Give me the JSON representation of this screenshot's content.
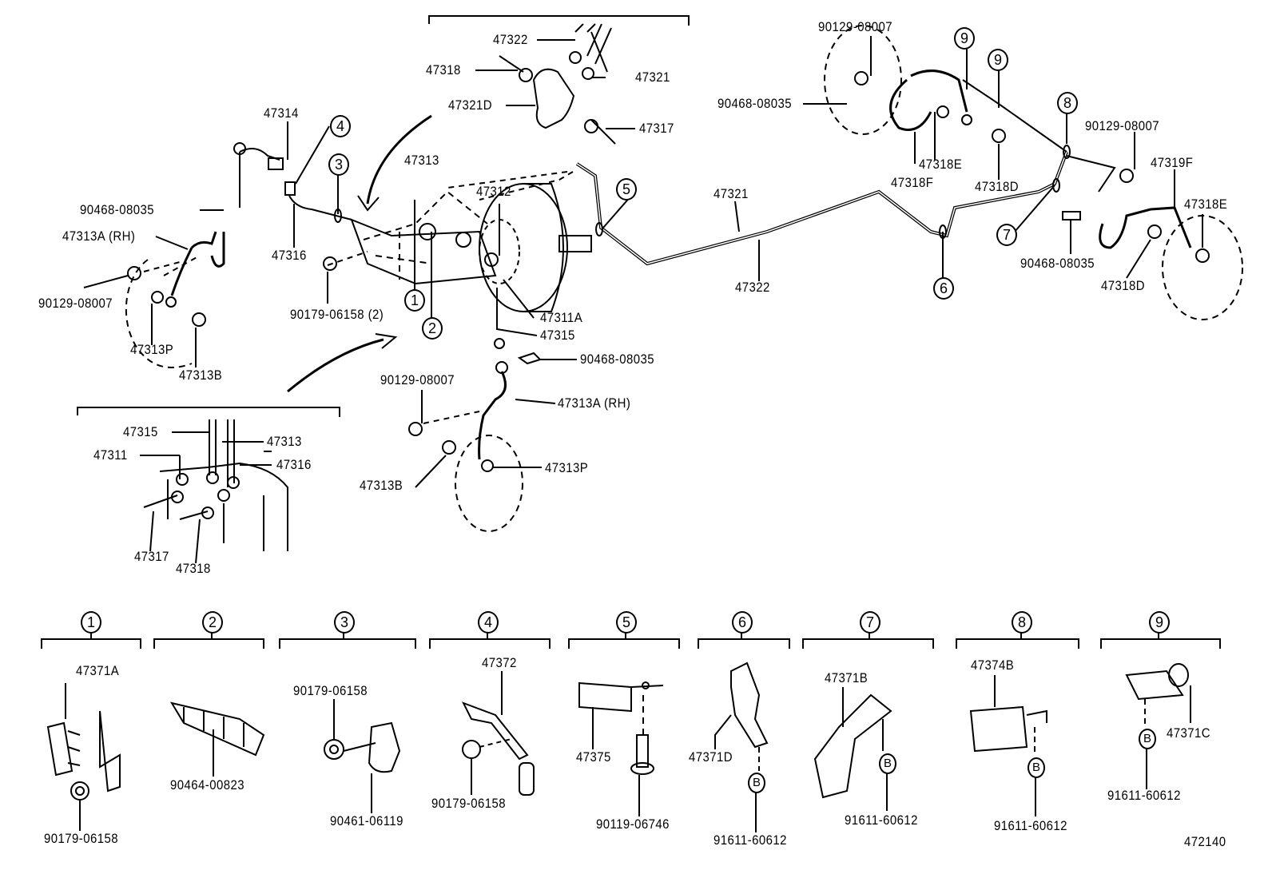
{
  "labels": [
    "47322",
    "47318",
    "47321",
    "47321D",
    "47317",
    "47314",
    "47313",
    "47312",
    "90468-08035",
    "47313A (RH)",
    "47316",
    "90129-08007",
    "90179-06158 (2)",
    "47311A",
    "47315",
    "47313P",
    "47313B",
    "90468-08035",
    "90129-08007",
    "47313A (RH)",
    "47313B",
    "47313P",
    "47321",
    "47322",
    "90129-08007",
    "90468-08035",
    "47318E",
    "47318F",
    "47318D",
    "90129-08007",
    "47319F",
    "47318E",
    "90468-08035",
    "47318D",
    "47315",
    "47313",
    "47311",
    "47316",
    "47317",
    "47318",
    "47371A",
    "90179-06158",
    "90464-00823",
    "90179-06158",
    "90461-06119",
    "47372",
    "90179-06158",
    "47375",
    "90119-06746",
    "47371D",
    "91611-60612",
    "47371B",
    "91611-60612",
    "47374B",
    "91611-60612",
    "47371C",
    "91611-60612"
  ],
  "diagram_number": "472140",
  "callouts": [
    "4",
    "3",
    "5",
    "1",
    "2",
    "9",
    "9",
    "8",
    "7",
    "6"
  ],
  "groups": [
    "1",
    "2",
    "3",
    "4",
    "5",
    "6",
    "7",
    "8",
    "9"
  ],
  "bolt_marker": "B"
}
